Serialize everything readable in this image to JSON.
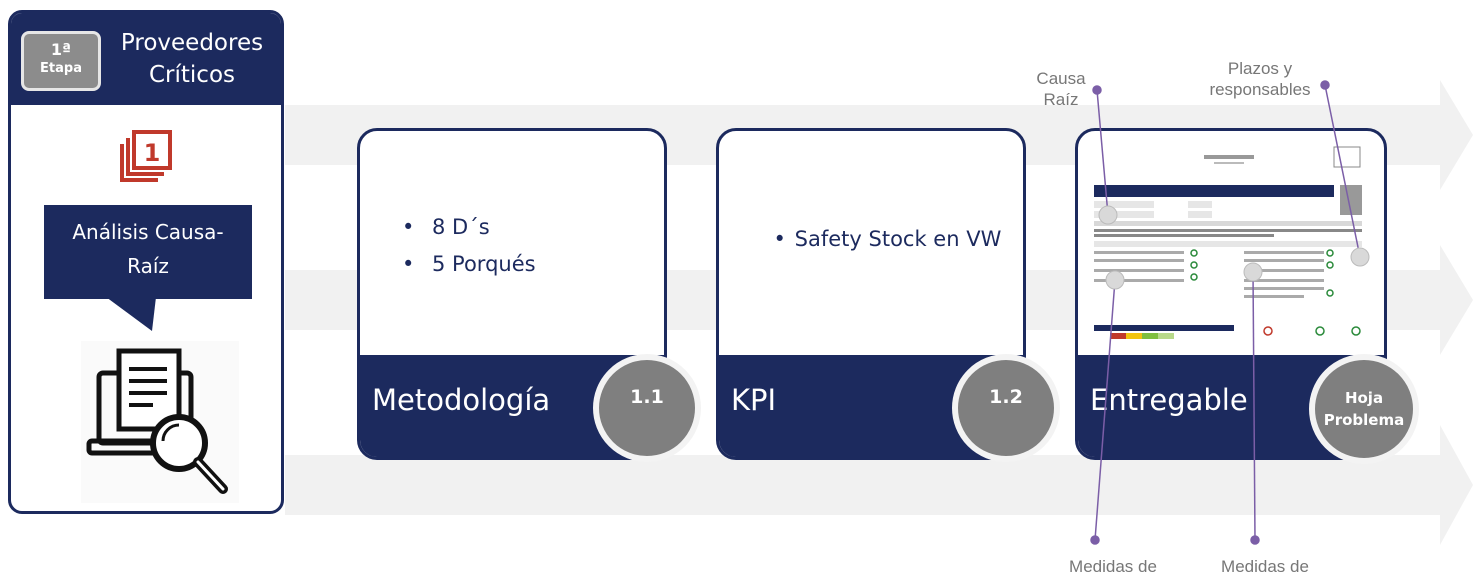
{
  "stage": {
    "badge_number": "1ª",
    "badge_label": "Etapa",
    "title_line1": "Proveedores",
    "title_line2": "Críticos",
    "step_icon": "numbered-square-1-icon",
    "callout_line1": "Análisis Causa-",
    "callout_line2": "Raíz",
    "illustration": "document-magnifier-icon"
  },
  "cards": [
    {
      "bullets": [
        "8 D´s",
        "5 Porqués"
      ],
      "footer": "Metodología",
      "badge": "1.1"
    },
    {
      "bullets": [
        "Safety Stock en VW"
      ],
      "footer": "KPI",
      "badge": "1.2"
    },
    {
      "footer": "Entregable",
      "badge_line1": "Hoja",
      "badge_line2": "Problema"
    }
  ],
  "annotations": {
    "causa_raiz_line1": "Causa",
    "causa_raiz_line2": "Raíz",
    "plazos_line1": "Plazos y",
    "plazos_line2": "responsables",
    "medidas_1": "Medidas de",
    "medidas_2": "Medidas de"
  },
  "colors": {
    "navy": "#1c2a5e",
    "grey_badge": "#7f7f7f",
    "leader_purple": "#7b5ea7",
    "icon_red": "#c0392b"
  }
}
